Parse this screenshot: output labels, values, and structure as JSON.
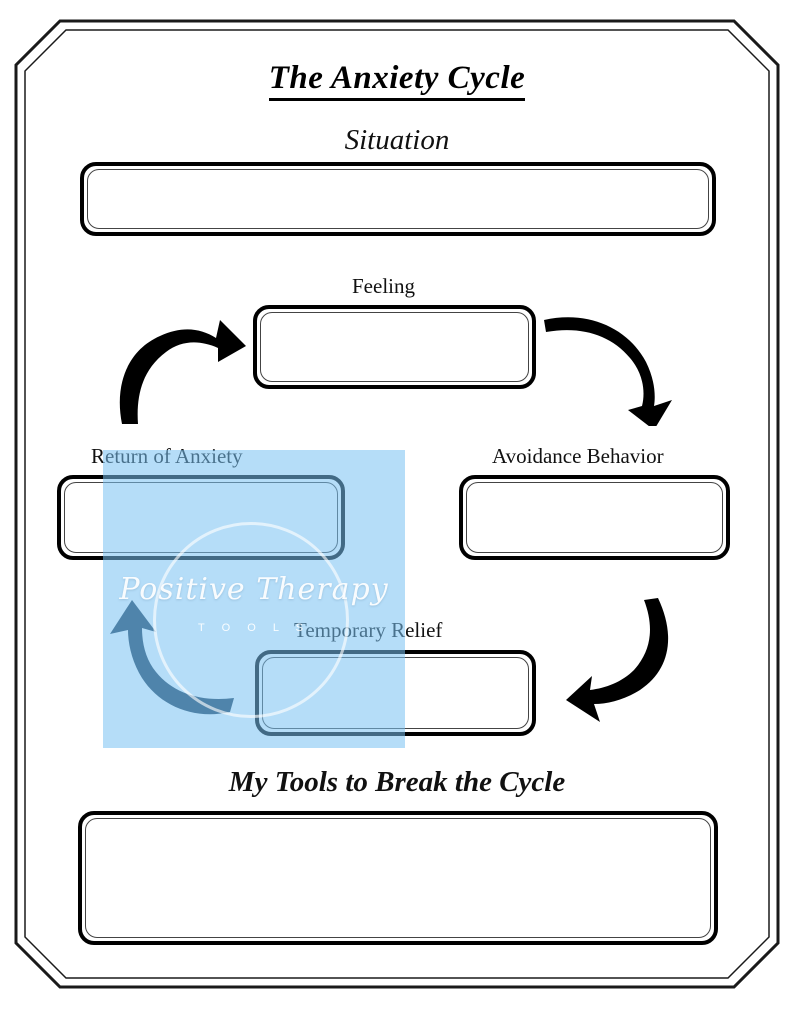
{
  "document": {
    "title": "The Anxiety Cycle",
    "type": "therapy-worksheet"
  },
  "sections": {
    "situation": {
      "heading": "Situation",
      "field_value": ""
    },
    "tools": {
      "heading": "My Tools to Break the Cycle",
      "field_value": ""
    }
  },
  "cycle": {
    "nodes": [
      {
        "label": "Feeling",
        "field_value": ""
      },
      {
        "label": "Avoidance Behavior",
        "field_value": ""
      },
      {
        "label": "Temporary Relief",
        "field_value": ""
      },
      {
        "label": "Return of Anxiety",
        "field_value": ""
      }
    ],
    "arrows": [
      {
        "name": "arrow-return-to-feeling",
        "direction": "up-right"
      },
      {
        "name": "arrow-feeling-to-avoidance",
        "direction": "down-right"
      },
      {
        "name": "arrow-avoidance-to-relief",
        "direction": "down-left"
      },
      {
        "name": "arrow-relief-to-return",
        "direction": "up-left"
      }
    ]
  },
  "watermark": {
    "name": "Positive Therapy",
    "subtitle": "T O O L S",
    "overlay_color": "#78c1f2"
  },
  "colors": {
    "ink": "#000000",
    "arrow_dark": "#000000",
    "arrow_navy": "#1d3b55",
    "overlay_blue": "#b8e0fb",
    "page_border": "#1a1a1a"
  }
}
